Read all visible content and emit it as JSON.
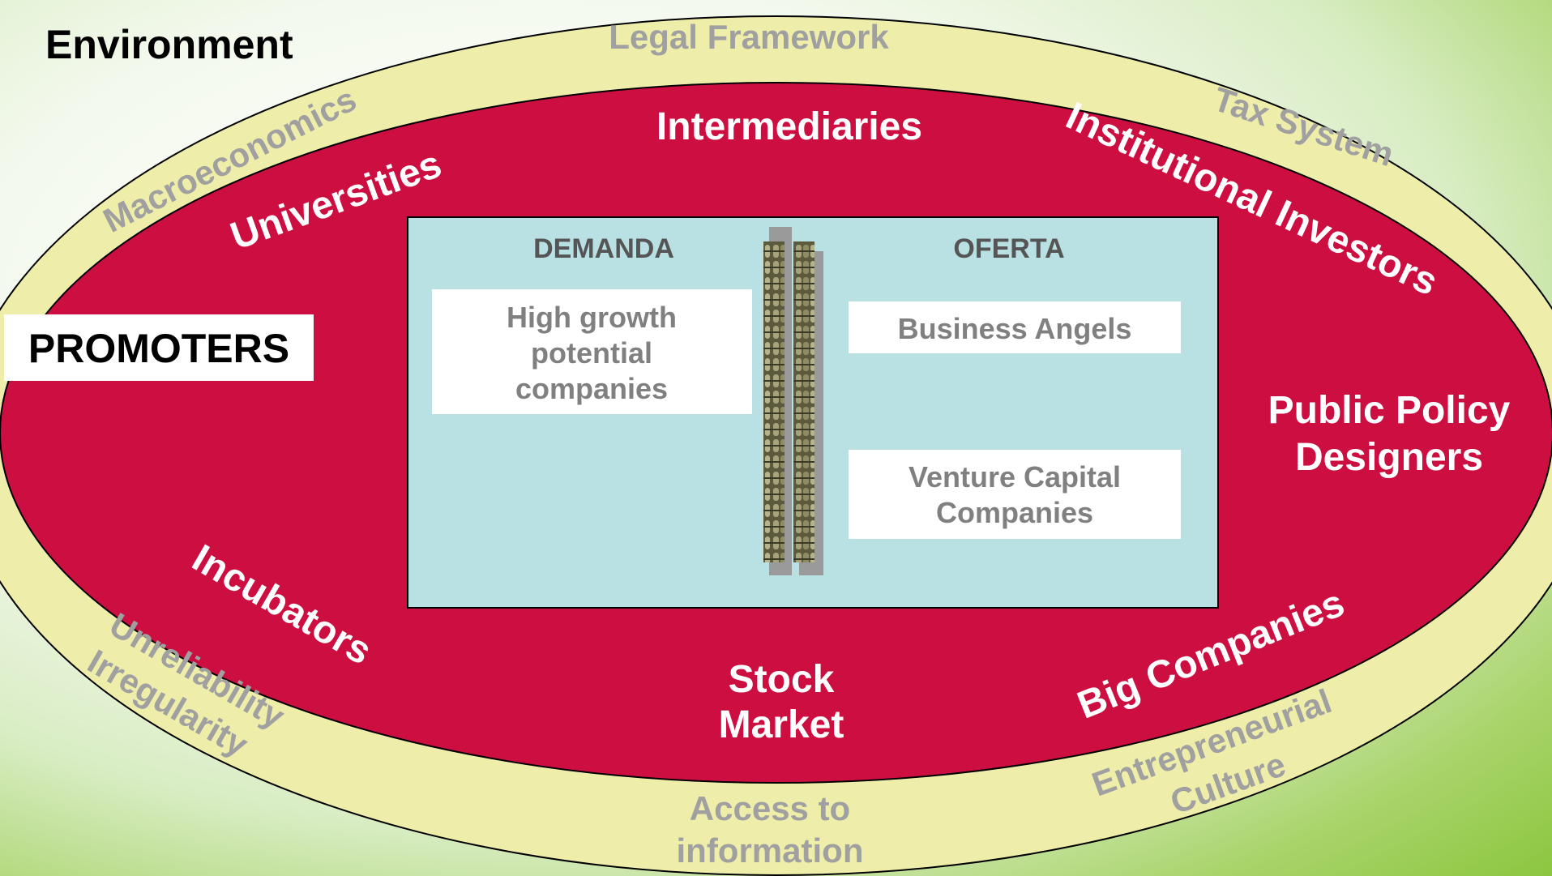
{
  "environment": {
    "title": "Environment",
    "legal": "Legal Framework",
    "macro": "Macroeconomics",
    "tax": "Tax System",
    "unreliability": "Unreliability",
    "irregularity": "Irregularity",
    "access1": "Access to",
    "access2": "information",
    "culture1": "Entrepreneurial",
    "culture2": "Culture"
  },
  "promoters": {
    "title": "PROMOTERS",
    "intermediaries": "Intermediaries",
    "universities": "Universities",
    "institutional": "Institutional Investors",
    "policy1": "Public Policy",
    "policy2": "Designers",
    "incubators": "Incubators",
    "stock1": "Stock",
    "stock2": "Market",
    "big": "Big Companies"
  },
  "market": {
    "demand_title": "DEMANDA",
    "supply_title": "OFERTA",
    "demand_item": [
      "High growth",
      "potential",
      "companies"
    ],
    "angels": "Business Angels",
    "vc1": "Venture Capital",
    "vc2": "Companies"
  },
  "colors": {
    "outer_ellipse": "#eeeeaa",
    "inner_ellipse": "#cc0e40",
    "market_box": "#b9e0e3",
    "white_box": "#ffffff"
  }
}
